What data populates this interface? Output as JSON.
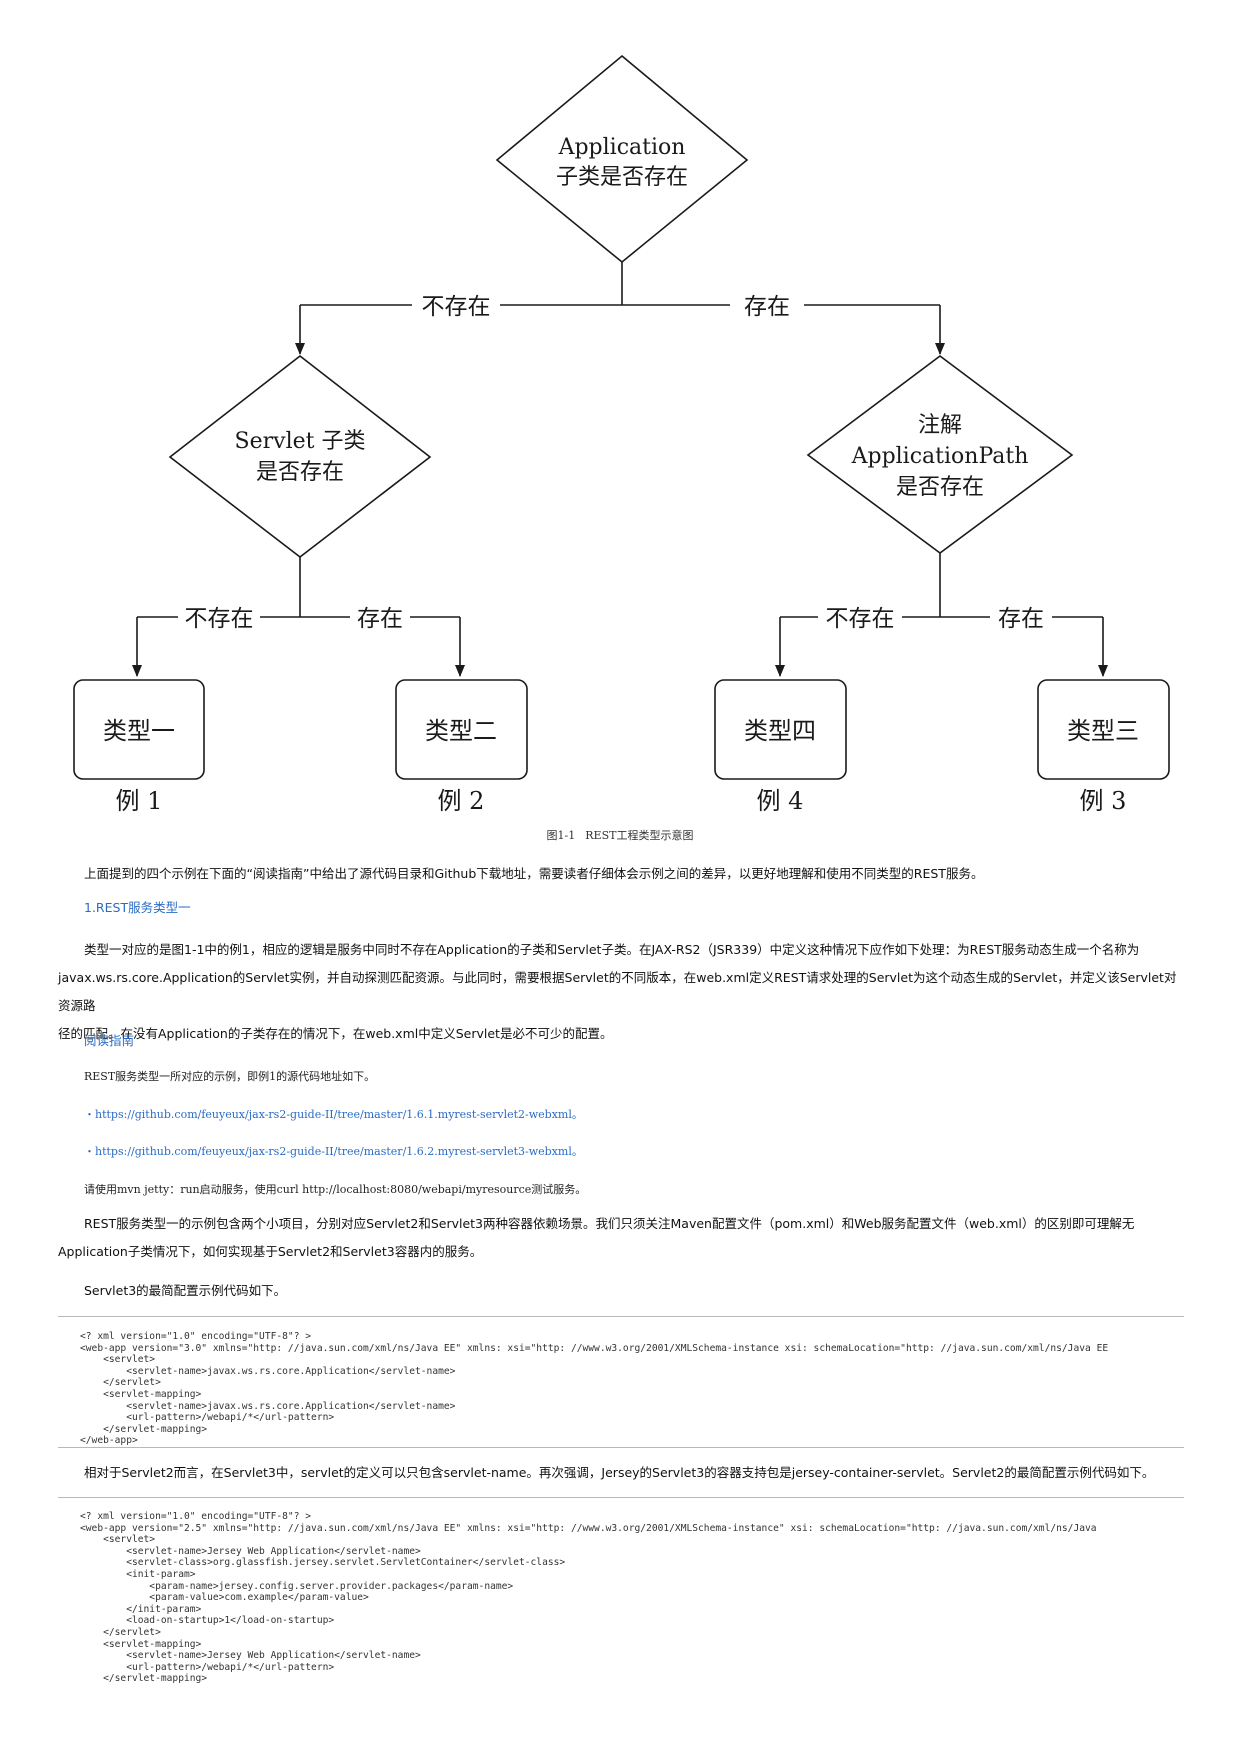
{
  "diagram": {
    "root": [
      "Application",
      "子类是否存在"
    ],
    "left_decision": [
      "Servlet 子类",
      "是否存在"
    ],
    "right_decision": [
      "注解",
      "ApplicationPath",
      "是否存在"
    ],
    "edge_not_exist": "不存在",
    "edge_exist": "存在",
    "boxes": [
      {
        "label": "类型一",
        "example": "例 1"
      },
      {
        "label": "类型二",
        "example": "例 2"
      },
      {
        "label": "类型四",
        "example": "例 4"
      },
      {
        "label": "类型三",
        "example": "例 3"
      }
    ]
  },
  "caption": {
    "number": "图1-1",
    "title": "REST工程类型示意图"
  },
  "intro": "上面提到的四个示例在下面的“阅读指南”中给出了源代码目录和Github下载地址，需要读者仔细体会示例之间的差异，以更好地理解和使用不同类型的REST服务。",
  "section_heading": "1.REST服务类型一",
  "para1": [
    "类型一对应的是图1-1中的例1，相应的逻辑是服务中同时不存在Application的子类和Servlet子类。在JAX-RS2（JSR339）中定义这种情况下应作如下处理：为REST服务动态生成一个名称为",
    "javax.ws.rs.core.Application的Servlet实例，并自动探测匹配资源。与此同时，需要根据Servlet的不同版本，在web.xml定义REST请求处理的Servlet为这个动态生成的Servlet，并定义该Servlet对资源路",
    "径的匹配。在没有Application的子类存在的情况下，在web.xml中定义Servlet是必不可少的配置。"
  ],
  "guide": {
    "heading": "阅读指南",
    "intro": "REST服务类型一所对应的示例，即例1的源代码地址如下。",
    "bullet": "・",
    "links": [
      "https://github.com/feuyeux/jax-rs2-guide-II/tree/master/1.6.1.myrest-servlet2-webxml。",
      "https://github.com/feuyeux/jax-rs2-guide-II/tree/master/1.6.2.myrest-servlet3-webxml。"
    ],
    "run_note": "请使用mvn jetty：run启动服务，使用curl http://localhost:8080/webapi/myresource测试服务。"
  },
  "para2": [
    "REST服务类型一的示例包含两个小项目，分别对应Servlet2和Servlet3两种容器依赖场景。我们只须关注Maven配置文件（pom.xml）和Web服务配置文件（web.xml）的区别即可理解无",
    "Application子类情况下，如何实现基于Servlet2和Servlet3容器内的服务。"
  ],
  "para3": "Servlet3的最简配置示例代码如下。",
  "code1": [
    "<? xml version=\"1.0\" encoding=\"UTF-8\"? >",
    "<web-app version=\"3.0\" xmlns=\"http: //java.sun.com/xml/ns/Java EE\" xmlns: xsi=\"http: //www.w3.org/2001/XMLSchema-instance xsi: schemaLocation=\"http: //java.sun.com/xml/ns/Java EE",
    "    <servlet>",
    "        <servlet-name>javax.ws.rs.core.Application</servlet-name>",
    "    </servlet>",
    "    <servlet-mapping>",
    "        <servlet-name>javax.ws.rs.core.Application</servlet-name>",
    "        <url-pattern>/webapi/*</url-pattern>",
    "    </servlet-mapping>",
    "</web-app>"
  ],
  "para4": "相对于Servlet2而言，在Servlet3中，servlet的定义可以只包含servlet-name。再次强调，Jersey的Servlet3的容器支持包是jersey-container-servlet。Servlet2的最简配置示例代码如下。",
  "code2": [
    "<? xml version=\"1.0\" encoding=\"UTF-8\"? >",
    "<web-app version=\"2.5\" xmlns=\"http: //java.sun.com/xml/ns/Java EE\" xmlns: xsi=\"http: //www.w3.org/2001/XMLSchema-instance\" xsi: schemaLocation=\"http: //java.sun.com/xml/ns/Java",
    "    <servlet>",
    "        <servlet-name>Jersey Web Application</servlet-name>",
    "        <servlet-class>org.glassfish.jersey.servlet.ServletContainer</servlet-class>",
    "        <init-param>",
    "            <param-name>jersey.config.server.provider.packages</param-name>",
    "            <param-value>com.example</param-value>",
    "        </init-param>",
    "        <load-on-startup>1</load-on-startup>",
    "    </servlet>",
    "    <servlet-mapping>",
    "        <servlet-name>Jersey Web Application</servlet-name>",
    "        <url-pattern>/webapi/*</url-pattern>",
    "    </servlet-mapping>"
  ]
}
